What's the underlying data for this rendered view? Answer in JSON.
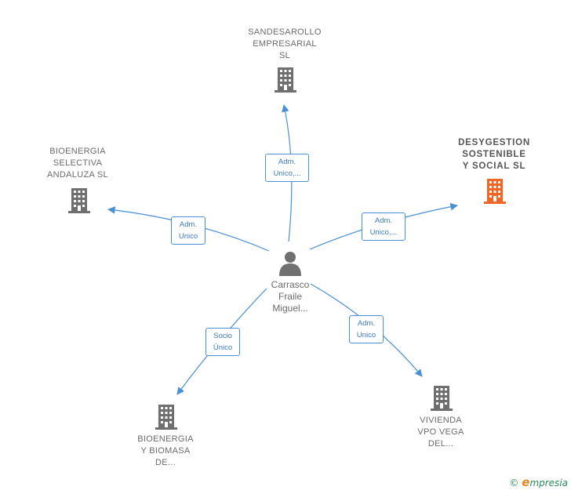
{
  "center": {
    "label": "Carrasco\nFraile\nMiguel...",
    "icon": "person-icon"
  },
  "nodes": [
    {
      "id": "sandesarollo",
      "label": "SANDESAROLLO\nEMPRESARIAL\nSL",
      "icon": "building-icon",
      "color": "#6f6f6f",
      "highlight": false
    },
    {
      "id": "bioenergia-selectiva",
      "label": "BIOENERGIA\nSELECTIVA\nANDALUZA SL",
      "icon": "building-icon",
      "color": "#6f6f6f",
      "highlight": false
    },
    {
      "id": "desygestion",
      "label": "DESYGESTION\nSOSTENIBLE\nY SOCIAL  SL",
      "icon": "building-icon",
      "color": "#f26522",
      "highlight": true
    },
    {
      "id": "bioenergia-biomasa",
      "label": "BIOENERGIA\nY BIOMASA\nDE...",
      "icon": "building-icon",
      "color": "#6f6f6f",
      "highlight": false
    },
    {
      "id": "vivienda-vpo",
      "label": "VIVIENDA\nVPO VEGA\nDEL...",
      "icon": "building-icon",
      "color": "#6f6f6f",
      "highlight": false
    }
  ],
  "edges": [
    {
      "to": "sandesarollo",
      "label": "Adm.\nUnico,..."
    },
    {
      "to": "bioenergia-selectiva",
      "label": "Adm.\nUnico"
    },
    {
      "to": "desygestion",
      "label": "Adm.\nUnico,..."
    },
    {
      "to": "bioenergia-biomasa",
      "label": "Socio\nÚnico"
    },
    {
      "to": "vivienda-vpo",
      "label": "Adm.\nUnico"
    }
  ],
  "colors": {
    "edge": "#4a8fd8",
    "node": "#6f6f6f",
    "highlight": "#f26522"
  },
  "footer": {
    "copyright": "©",
    "brand_initial": "e",
    "brand_rest": "mpresia"
  }
}
